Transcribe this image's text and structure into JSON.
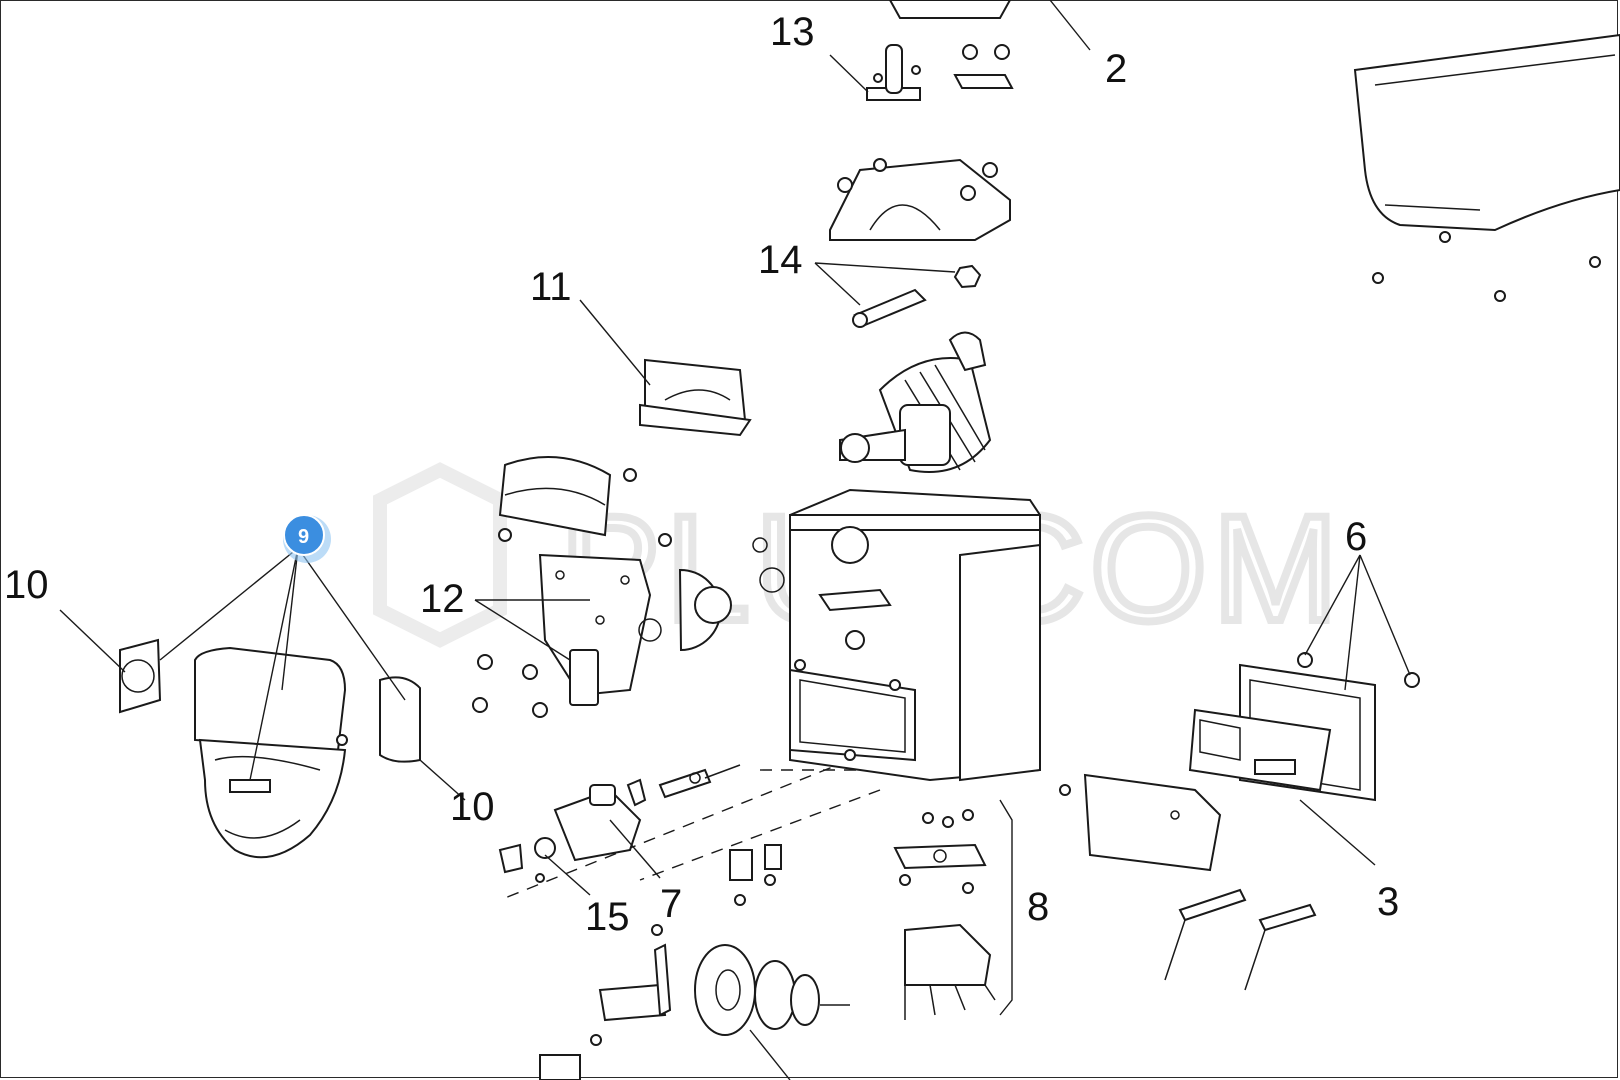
{
  "watermark": "PLUSCOM",
  "highlight_badge": {
    "label": "9",
    "color": "#3b8ee0"
  },
  "callouts": {
    "c2": "2",
    "c3": "3",
    "c6": "6",
    "c7": "7",
    "c8": "8",
    "c10a": "10",
    "c10b": "10",
    "c11": "11",
    "c12": "12",
    "c13": "13",
    "c14": "14",
    "c15": "15"
  }
}
